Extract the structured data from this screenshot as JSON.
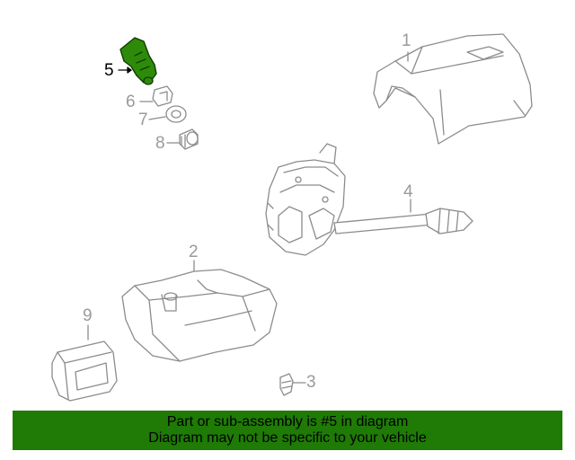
{
  "callouts": {
    "c1": "1",
    "c2": "2",
    "c3": "3",
    "c4": "4",
    "c5": "5",
    "c6": "6",
    "c7": "7",
    "c8": "8",
    "c9": "9"
  },
  "banner": {
    "line1": "Part or sub-assembly is #5 in diagram",
    "line2": "Diagram may not be specific to your vehicle"
  },
  "colors": {
    "highlight": "#2e8b0a",
    "banner": "#1f7a06",
    "line_art": "#8c8c8c"
  }
}
